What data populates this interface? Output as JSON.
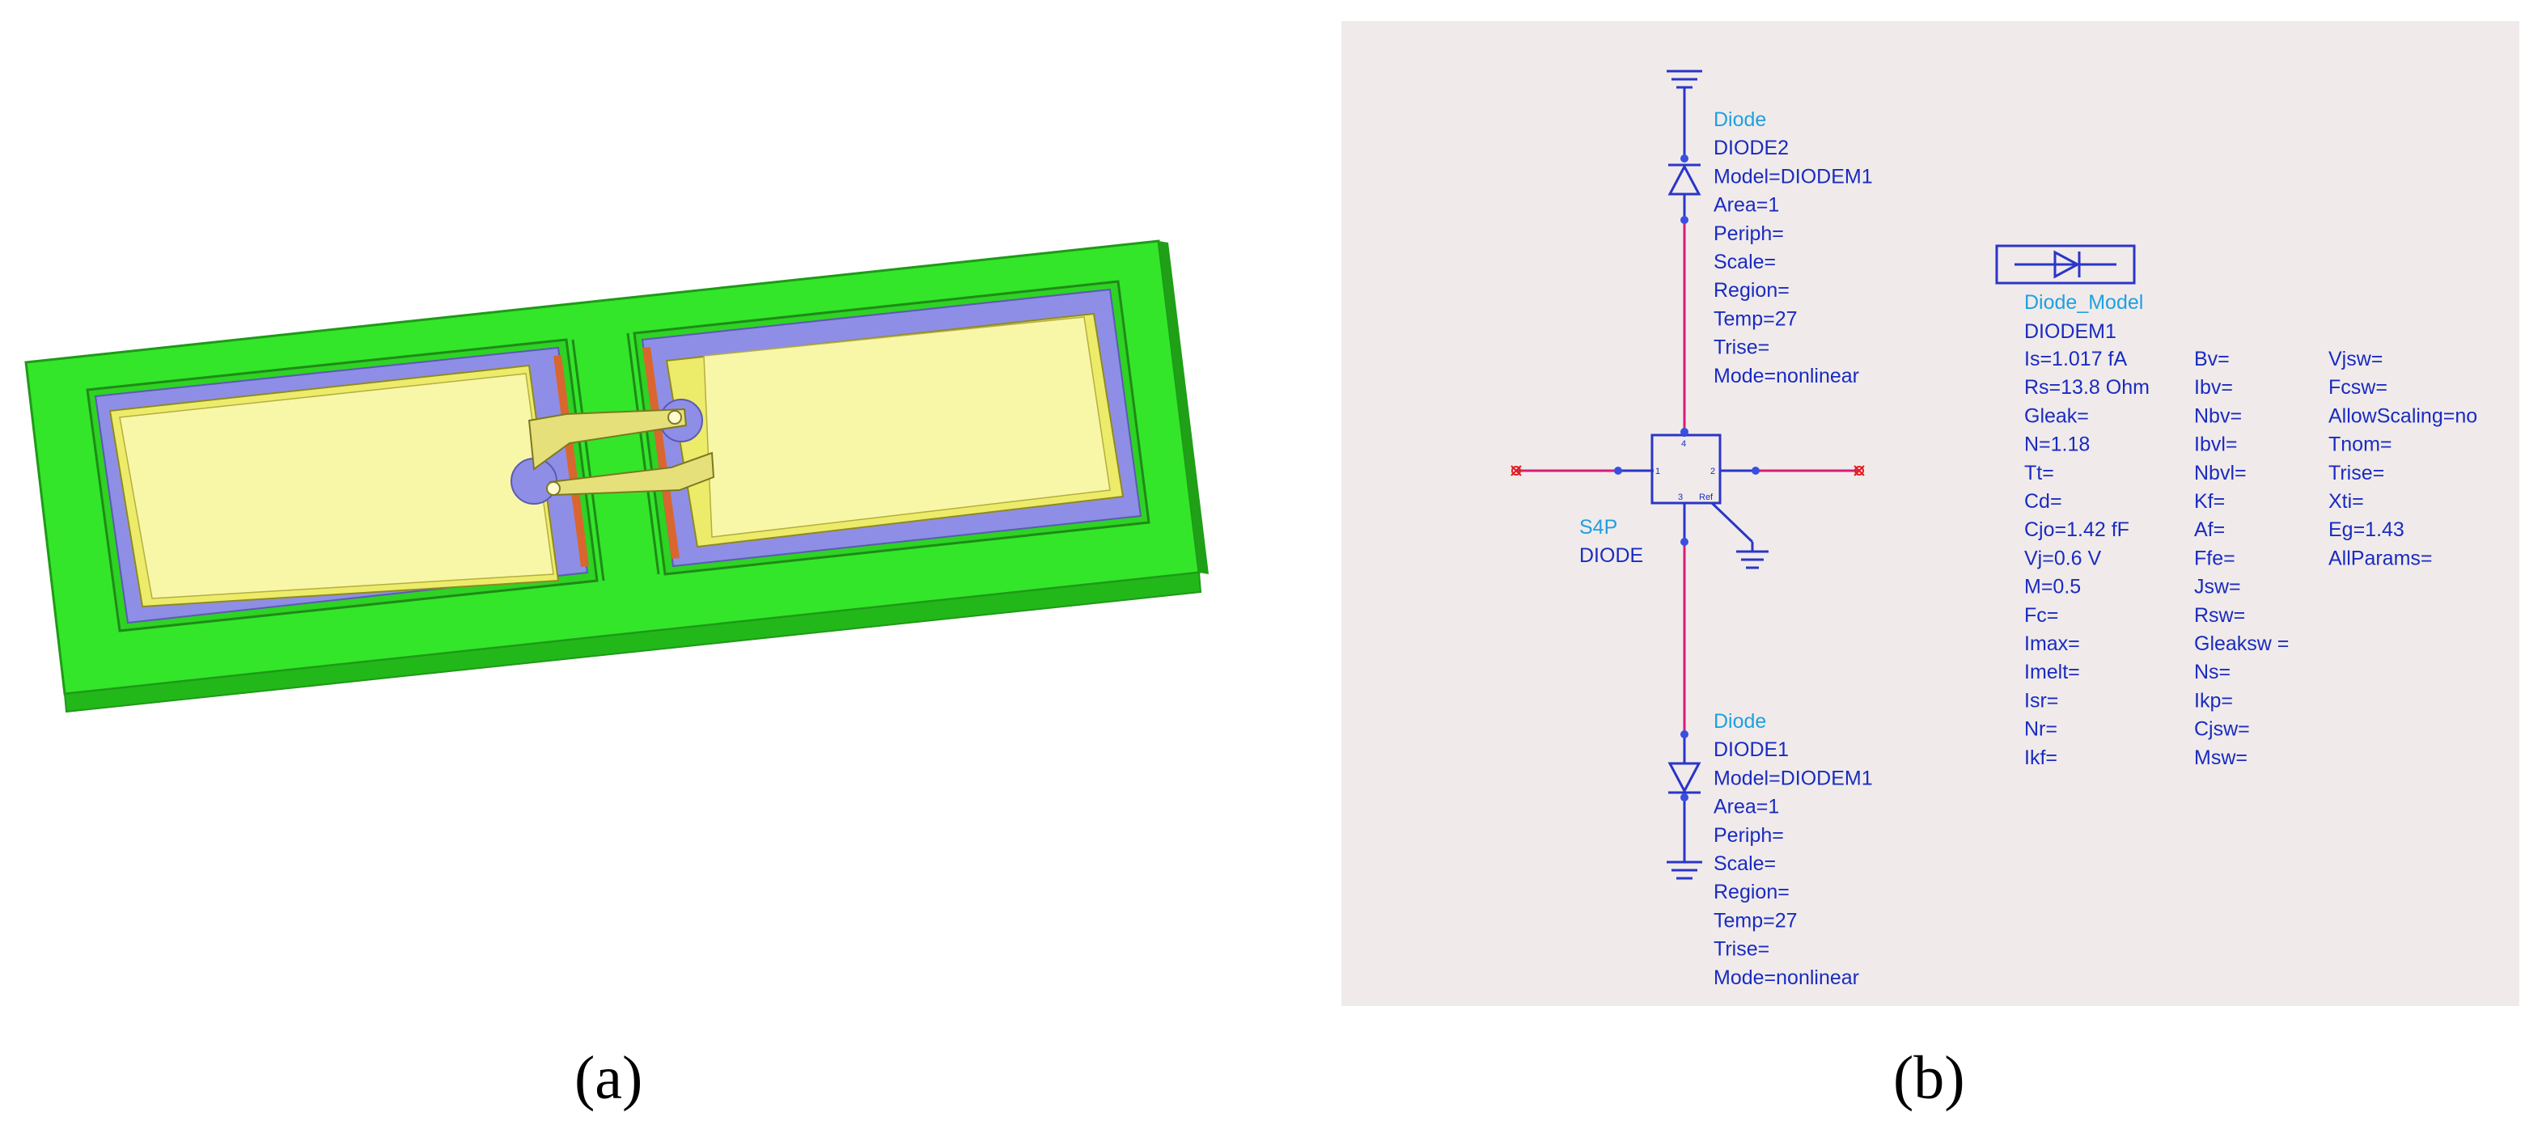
{
  "captions": {
    "a": "(a)",
    "b": "(b)"
  },
  "colors": {
    "substrate_green": "#33e62a",
    "pad_lavender": "#8f8ee6",
    "metal_yellow": "#f7f58a",
    "copper_orange": "#d9662e",
    "wire_blue": "#2b35c8",
    "wire_magenta": "#d81b7a",
    "label_cyan": "#1fa0e0",
    "label_navy": "#1a2bc0",
    "panel_bg": "#f0ebea",
    "port_red": "#e01e1e"
  },
  "schematic": {
    "diode2": {
      "lines": [
        "Diode",
        "DIODE2",
        "Model=DIODEM1",
        "Area=1",
        "Periph=",
        "Scale=",
        "Region=",
        "Temp=27",
        "Trise=",
        "Mode=nonlinear"
      ]
    },
    "diode1": {
      "lines": [
        "Diode",
        "DIODE1",
        "Model=DIODEM1",
        "Area=1",
        "Periph=",
        "Scale=",
        "Region=",
        "Temp=27",
        "Trise=",
        "Mode=nonlinear"
      ]
    },
    "s4p": {
      "lines": [
        "S4P",
        "DIODE"
      ],
      "pins": [
        "1",
        "2",
        "3",
        "4",
        "Ref"
      ]
    },
    "model": {
      "title_lines": [
        "Diode_Model",
        "DIODEM1"
      ],
      "col1": [
        "Is=1.017 fA",
        "Rs=13.8 Ohm",
        "Gleak=",
        "N=1.18",
        "Tt=",
        "Cd=",
        "Cjo=1.42 fF",
        "Vj=0.6 V",
        "M=0.5",
        "Fc=",
        "Imax=",
        "Imelt=",
        "Isr=",
        "Nr=",
        "Ikf="
      ],
      "col2": [
        "Bv=",
        "Ibv=",
        "Nbv=",
        "Ibvl=",
        "Nbvl=",
        "Kf=",
        "Af=",
        "Ffe=",
        "Jsw=",
        "Rsw=",
        "Gleaksw =",
        "Ns=",
        "Ikp=",
        "Cjsw=",
        "Msw="
      ],
      "col3": [
        "Vjsw=",
        "Fcsw=",
        "AllowScaling=no",
        "Tnom=",
        "Trise=",
        "Xti=",
        "Eg=1.43",
        "AllParams="
      ]
    }
  }
}
